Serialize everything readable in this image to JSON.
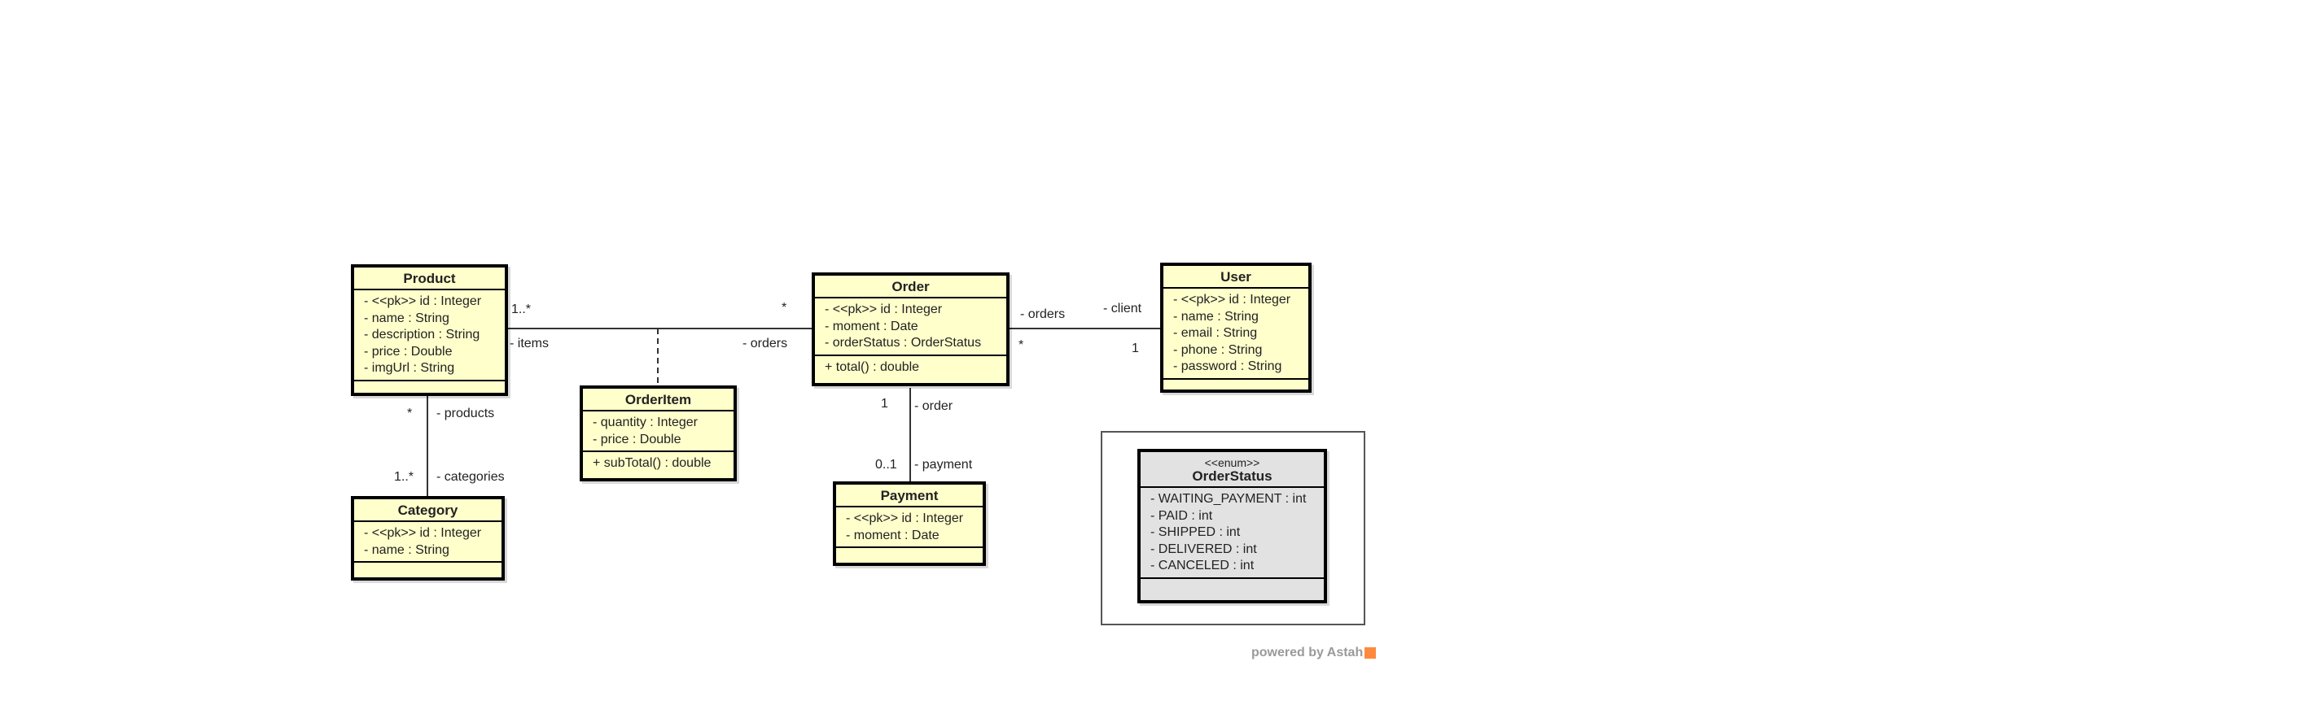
{
  "classes": {
    "product": {
      "name": "Product",
      "attributes": [
        "- <<pk>> id : Integer",
        "- name : String",
        "- description : String",
        "- price : Double",
        "- imgUrl : String"
      ]
    },
    "order": {
      "name": "Order",
      "attributes": [
        "- <<pk>> id : Integer",
        "- moment : Date",
        "- orderStatus : OrderStatus"
      ],
      "operations": [
        "+ total() : double"
      ]
    },
    "user": {
      "name": "User",
      "attributes": [
        "- <<pk>> id : Integer",
        "- name : String",
        "- email : String",
        "- phone : String",
        "- password : String"
      ]
    },
    "orderitem": {
      "name": "OrderItem",
      "attributes": [
        "- quantity : Integer",
        "- price : Double"
      ],
      "operations": [
        "+ subTotal() : double"
      ]
    },
    "payment": {
      "name": "Payment",
      "attributes": [
        "- <<pk>> id : Integer",
        "- moment : Date"
      ]
    },
    "category": {
      "name": "Category",
      "attributes": [
        "- <<pk>> id : Integer",
        "- name : String"
      ]
    },
    "orderstatus": {
      "stereotype": "<<enum>>",
      "name": "OrderStatus",
      "attributes": [
        "- WAITING_PAYMENT : int",
        "- PAID : int",
        "- SHIPPED : int",
        "- DELIVERED : int",
        "- CANCELED : int"
      ]
    }
  },
  "associations": {
    "product_order": {
      "mult_product": "1..*",
      "role_product": "- items",
      "mult_order": "*",
      "role_order": "- orders"
    },
    "order_user": {
      "role_order": "- orders",
      "mult_order": "*",
      "role_user": "- client",
      "mult_user": "1"
    },
    "order_payment": {
      "mult_order": "1",
      "role_order": "- order",
      "mult_payment": "0..1",
      "role_payment": "- payment"
    },
    "product_category": {
      "mult_product": "*",
      "role_product": "- products",
      "mult_category": "1..*",
      "role_category": "- categories"
    }
  },
  "watermark": {
    "text": "powered by Astah"
  },
  "colors": {
    "class_fill": "#ffffcc",
    "enum_fill": "#e2e2e2",
    "border": "#000000"
  }
}
